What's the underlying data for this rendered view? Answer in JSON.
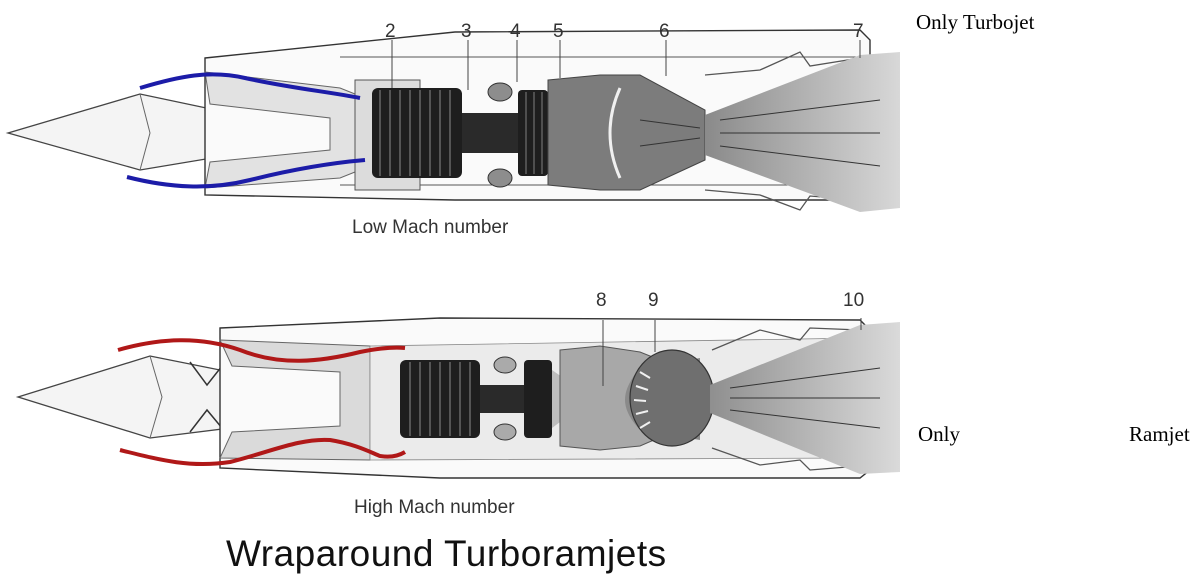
{
  "labels": {
    "only_turbojet": "Only Turbojet",
    "only": "Only",
    "ramjet": "Ramjet"
  },
  "captions": {
    "low": "Low Mach number",
    "high": "High Mach number"
  },
  "title": "Wraparound Turboramjets",
  "station_numbers_low": [
    "2",
    "3",
    "4",
    "5",
    "6",
    "7"
  ],
  "station_numbers_high": [
    "8",
    "9",
    "10"
  ],
  "colors": {
    "turbojet_flow": "#1c1ca8",
    "ramjet_flow": "#b01818",
    "engine_dark": "#1e1e1e",
    "exhaust_gray": "#b4b4b4"
  }
}
